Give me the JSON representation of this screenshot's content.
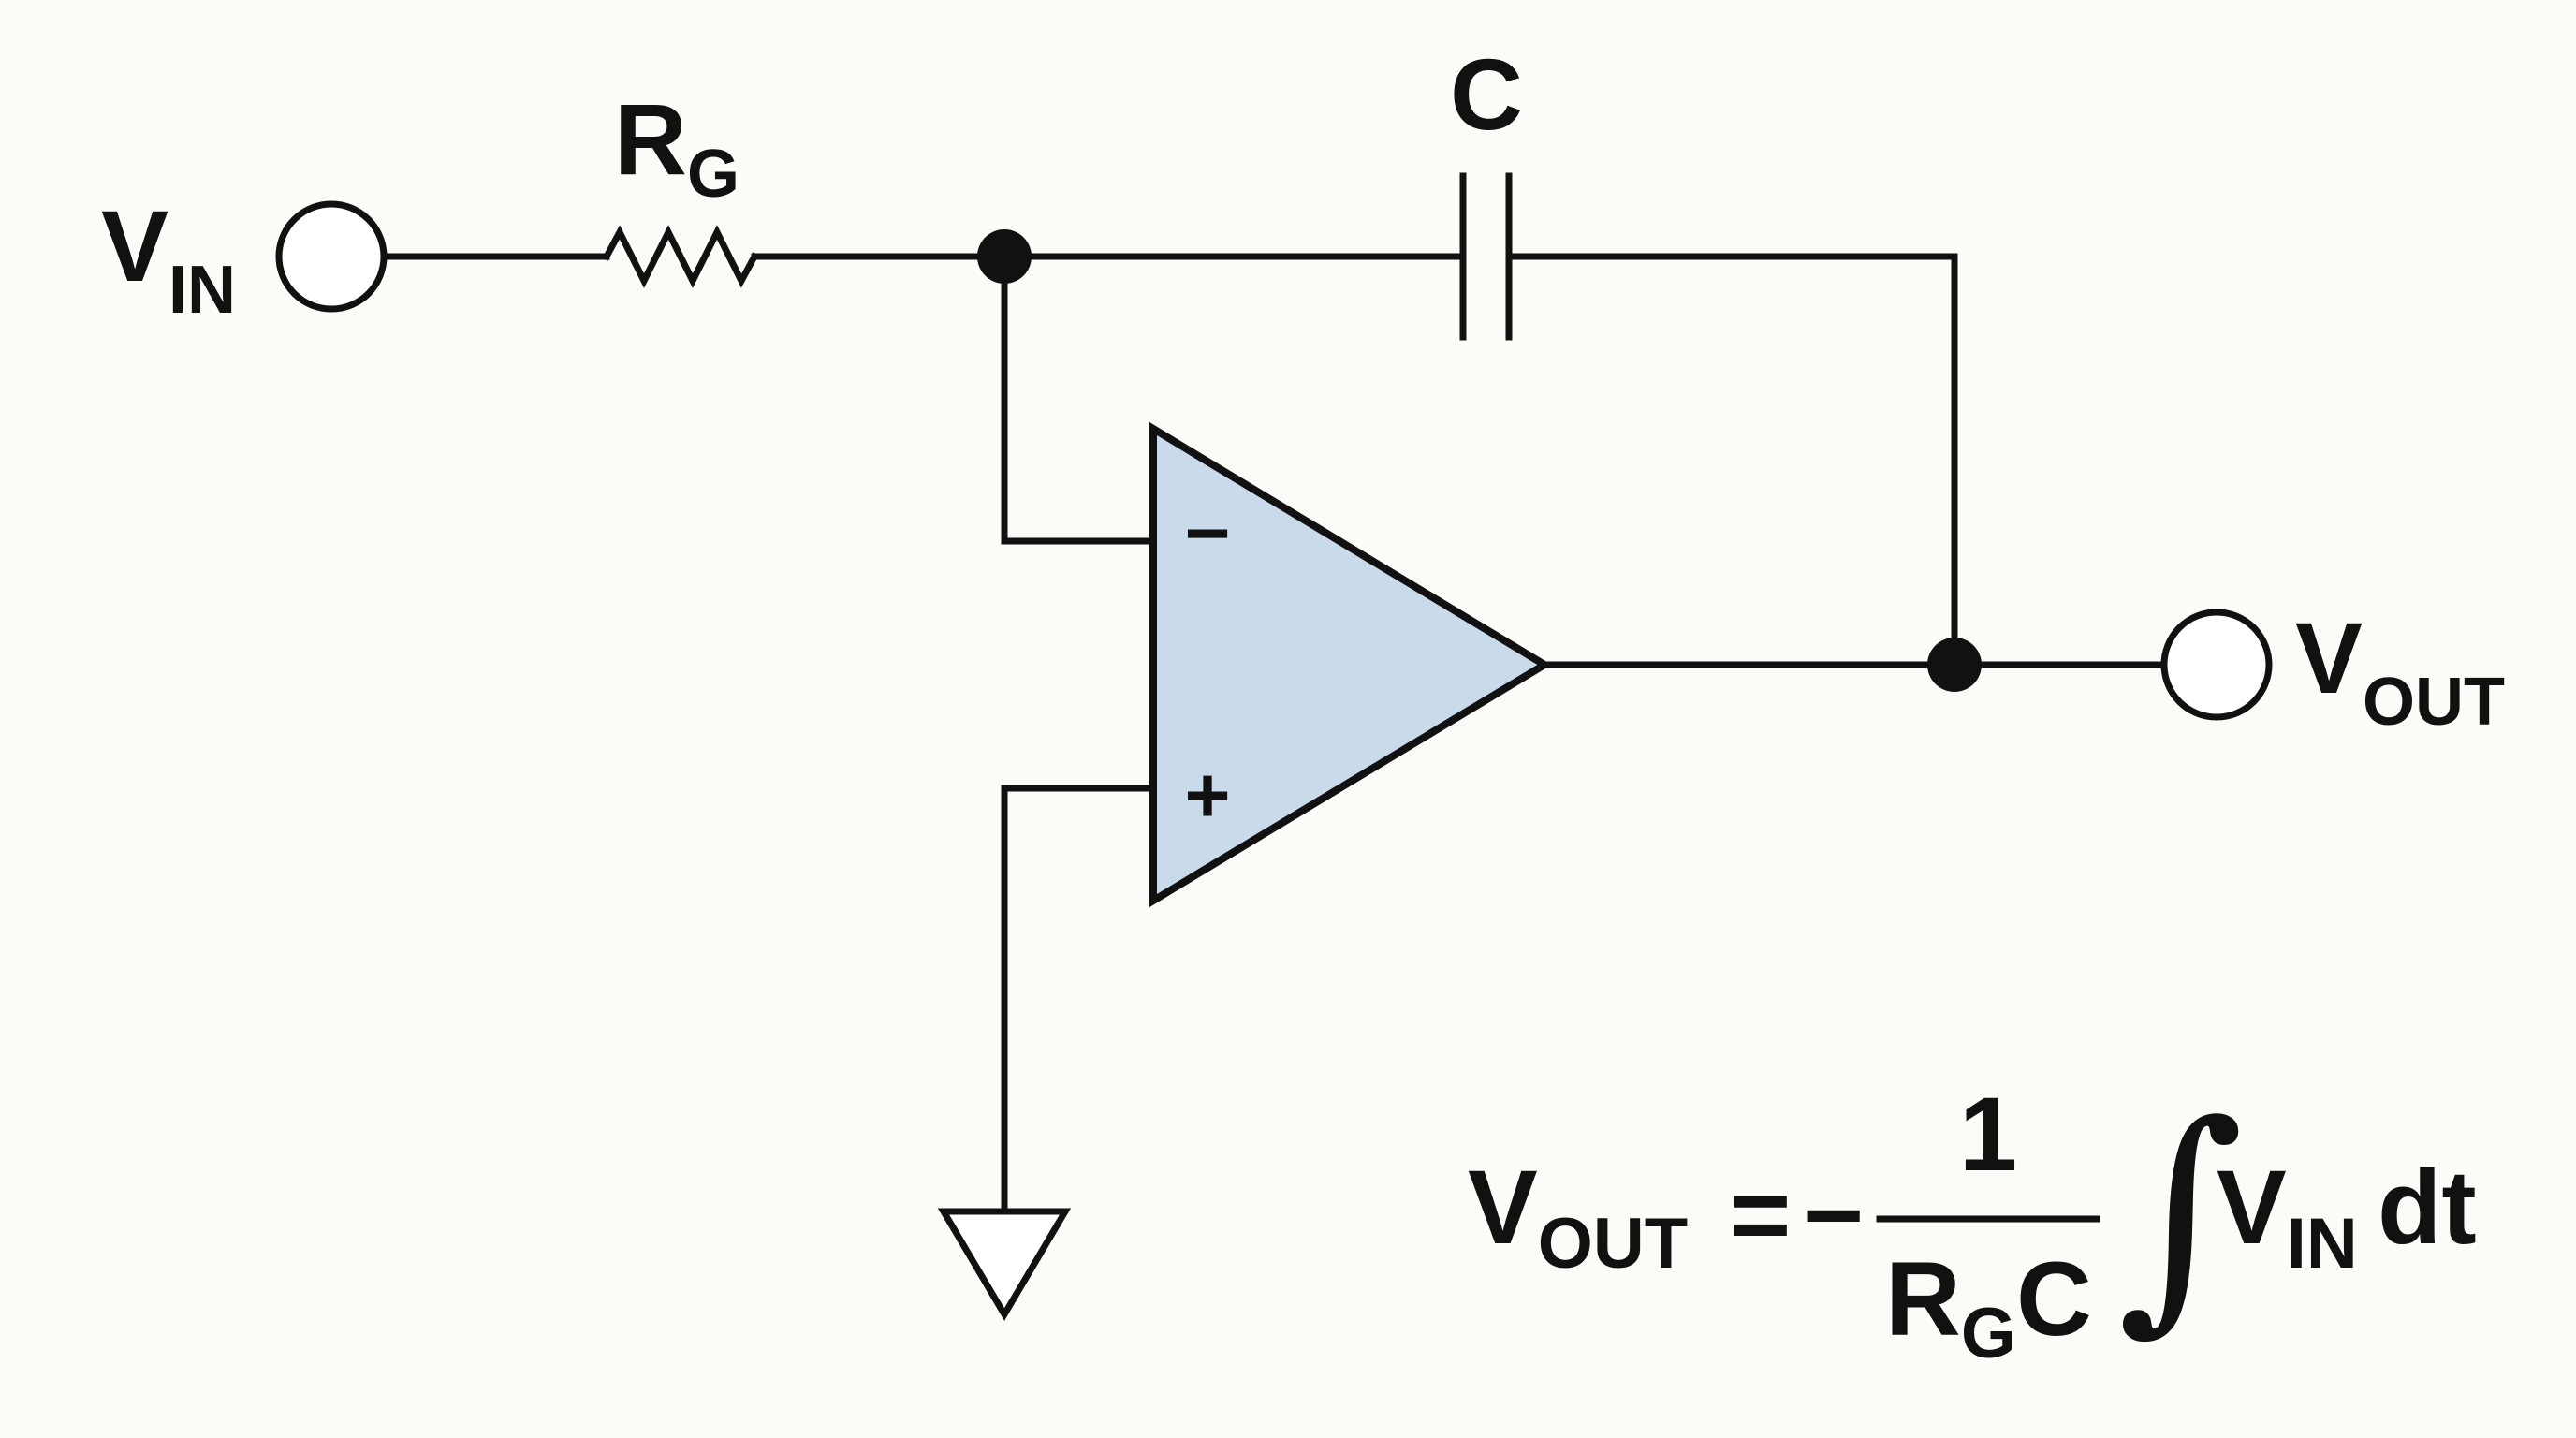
{
  "labels": {
    "vin": {
      "main": "V",
      "sub": "IN"
    },
    "vout": {
      "main": "V",
      "sub": "OUT"
    },
    "resistor": {
      "main": "R",
      "sub": "G"
    },
    "capacitor": "C",
    "inverting_input": "−",
    "noninverting_input": "+"
  },
  "equation": {
    "lhs_main": "V",
    "lhs_sub": "OUT",
    "equals": "=",
    "sign": "−",
    "numerator": "1",
    "den_main1": "R",
    "den_sub": "G",
    "den_main2": "C",
    "integral": "∫",
    "integrand_main": "V",
    "integrand_sub": "IN",
    "differential": "dt"
  },
  "colors": {
    "wire": "#111111",
    "opamp_fill": "#c9daea",
    "background": "#fbfbf8"
  }
}
